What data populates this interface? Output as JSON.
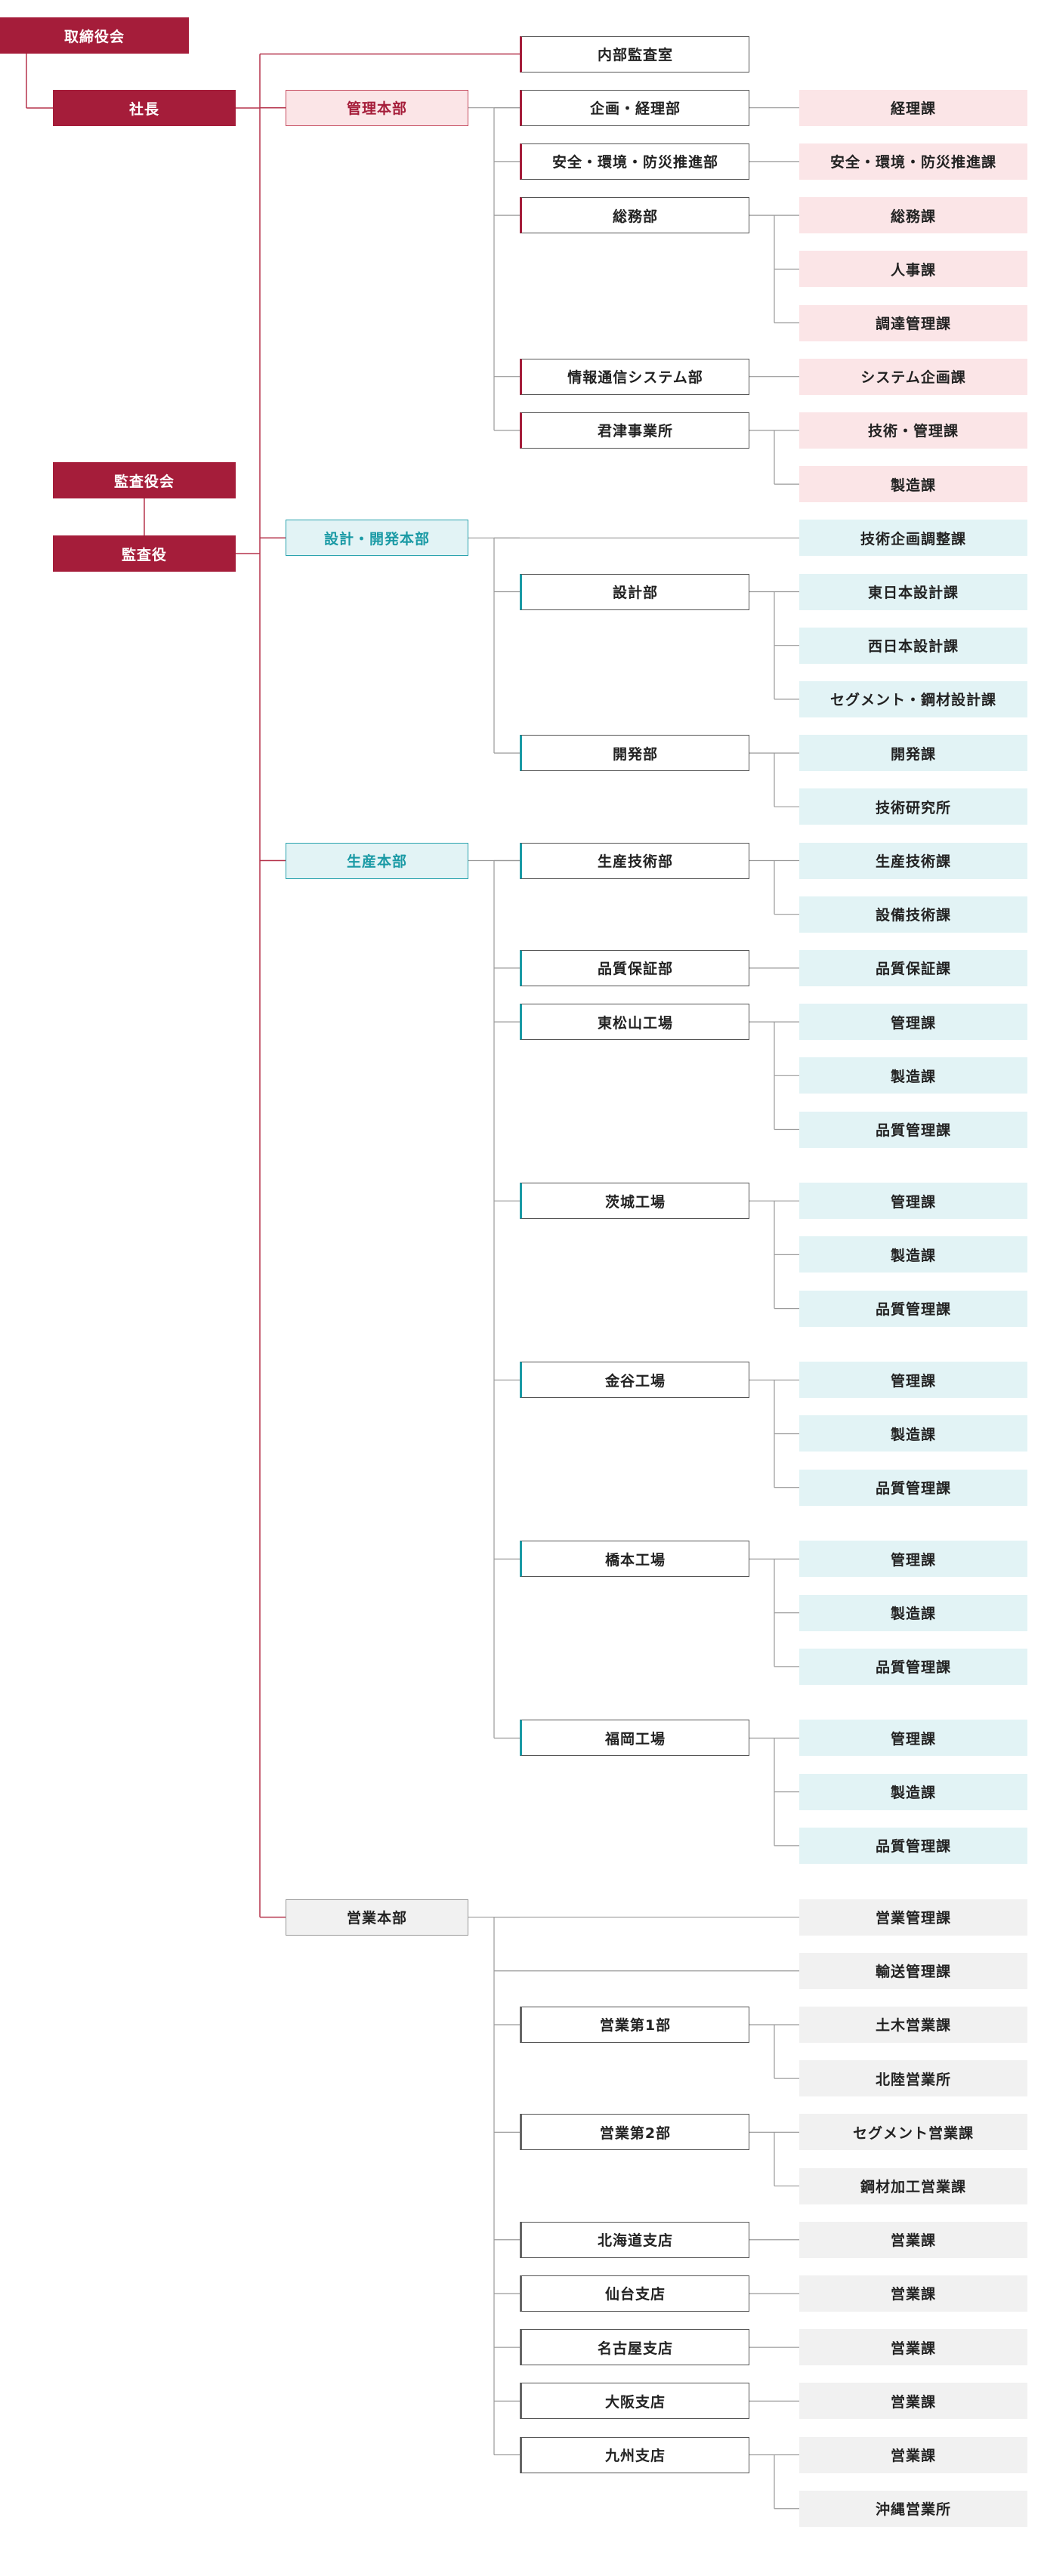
{
  "colors": {
    "brand_red": "#a51d3a",
    "teal": "#1a9aa5",
    "line_red": "#b5344c",
    "line_gray": "#9a9a9a"
  },
  "executives": {
    "board": "取締役会",
    "president": "社長",
    "audit_board": "監査役会",
    "auditor": "監査役",
    "internal_audit": "内部監査室"
  },
  "headquarters": [
    {
      "name": "管理本部",
      "theme": "mg",
      "direct_sections": [],
      "departments": [
        {
          "name": "企画・経理部",
          "sections": [
            "経理課"
          ]
        },
        {
          "name": "安全・環境・防災推進部",
          "sections": [
            "安全・環境・防災推進課"
          ]
        },
        {
          "name": "総務部",
          "sections": [
            "総務課",
            "人事課",
            "調達管理課"
          ]
        },
        {
          "name": "情報通信システム部",
          "sections": [
            "システム企画課"
          ]
        },
        {
          "name": "君津事業所",
          "sections": [
            "技術・管理課",
            "製造課"
          ]
        }
      ]
    },
    {
      "name": "設計・開発本部",
      "theme": "dv",
      "direct_sections": [
        "技術企画調整課"
      ],
      "departments": [
        {
          "name": "設計部",
          "sections": [
            "東日本設計課",
            "西日本設計課",
            "セグメント・鋼材設計課"
          ]
        },
        {
          "name": "開発部",
          "sections": [
            "開発課",
            "技術研究所"
          ]
        }
      ]
    },
    {
      "name": "生産本部",
      "theme": "pr",
      "direct_sections": [],
      "departments": [
        {
          "name": "生産技術部",
          "sections": [
            "生産技術課",
            "設備技術課"
          ]
        },
        {
          "name": "品質保証部",
          "sections": [
            "品質保証課"
          ]
        },
        {
          "name": "東松山工場",
          "sections": [
            "管理課",
            "製造課",
            "品質管理課"
          ]
        },
        {
          "name": "茨城工場",
          "sections": [
            "管理課",
            "製造課",
            "品質管理課"
          ]
        },
        {
          "name": "金谷工場",
          "sections": [
            "管理課",
            "製造課",
            "品質管理課"
          ]
        },
        {
          "name": "橋本工場",
          "sections": [
            "管理課",
            "製造課",
            "品質管理課"
          ]
        },
        {
          "name": "福岡工場",
          "sections": [
            "管理課",
            "製造課",
            "品質管理課"
          ]
        }
      ]
    },
    {
      "name": "営業本部",
      "theme": "sl",
      "direct_sections": [
        "営業管理課",
        "輸送管理課"
      ],
      "departments": [
        {
          "name": "営業第1部",
          "sections": [
            "土木営業課",
            "北陸営業所"
          ]
        },
        {
          "name": "営業第2部",
          "sections": [
            "セグメント営業課",
            "鋼材加工営業課"
          ]
        },
        {
          "name": "北海道支店",
          "sections": [
            "営業課"
          ]
        },
        {
          "name": "仙台支店",
          "sections": [
            "営業課"
          ]
        },
        {
          "name": "名古屋支店",
          "sections": [
            "営業課"
          ]
        },
        {
          "name": "大阪支店",
          "sections": [
            "営業課"
          ]
        },
        {
          "name": "九州支店",
          "sections": [
            "営業課",
            "沖縄営業所"
          ]
        }
      ]
    }
  ]
}
